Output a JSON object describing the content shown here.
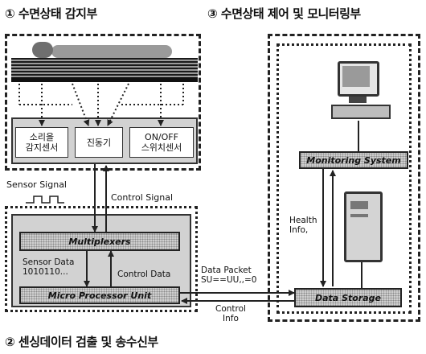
{
  "titles": {
    "sensing_section": "① 수면상태 감지부",
    "monitoring_section": "③ 수면상태 제어 및 모니터링부",
    "processing_section": "② 센싱데이터 검출 및 송수신부"
  },
  "sensors": [
    {
      "label": "소리을\n감지센서"
    },
    {
      "label": "진동기"
    },
    {
      "label": "ON/OFF\n스위치센서"
    }
  ],
  "signals": {
    "sensor_signal": "Sensor Signal",
    "control_signal": "Control Signal"
  },
  "modules": {
    "multiplexers": "Multiplexers",
    "mpu": "Micro Processor Unit",
    "monitoring_system": "Monitoring System",
    "data_storage": "Data Storage"
  },
  "data_labels": {
    "sensor_data": "Sensor Data\n1010110...",
    "control_data": "Control Data",
    "data_packet": "Data Packet\nSU==UU,,=0",
    "control_info": "Control\nInfo",
    "health_info": "Health\nInfo,"
  },
  "colors": {
    "panel_gray": "#d2d2d2",
    "module_gray": "#cfcfcf",
    "line": "#222222"
  }
}
